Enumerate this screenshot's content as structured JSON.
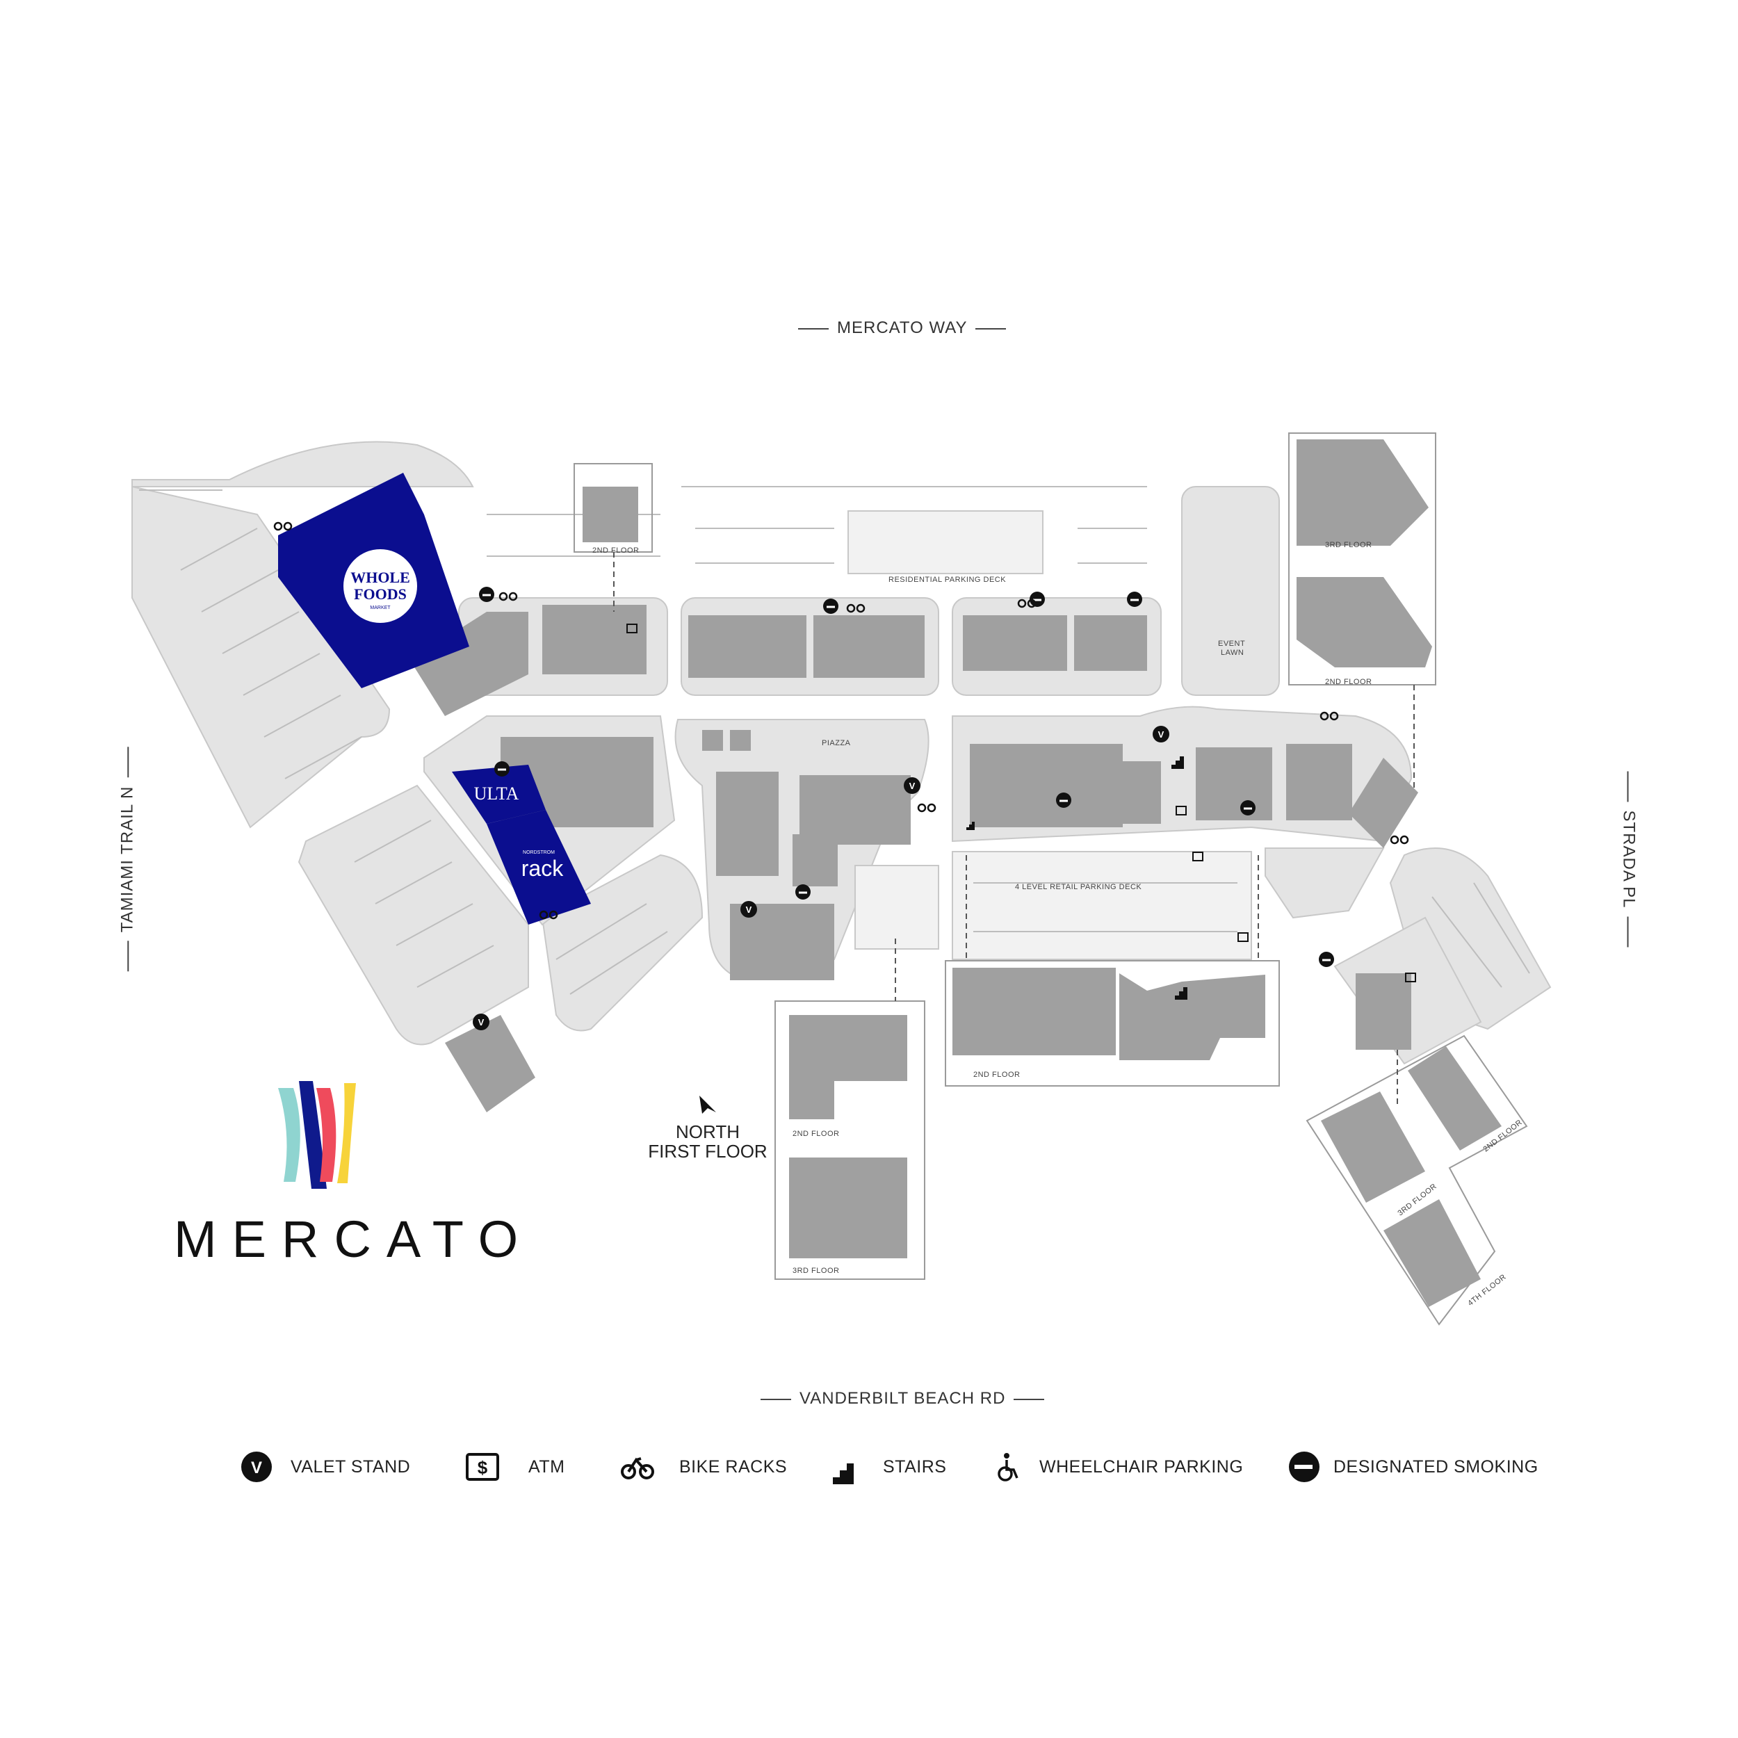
{
  "streets": {
    "north": "MERCATO WAY",
    "south": "VANDERBILT BEACH RD",
    "west": "TAMIAMI TRAIL N",
    "east": "STRADA PL"
  },
  "anchors": {
    "whole_foods": [
      "WHOLE",
      "FOODS",
      "MARKET"
    ],
    "ulta": "ULTA",
    "nordstrom_small": "NORDSTROM",
    "rack": "rack"
  },
  "labels": {
    "second_floor": "2ND FLOOR",
    "third_floor": "3RD FLOOR",
    "fourth_floor": "4TH FLOOR",
    "residential_parking": "RESIDENTIAL PARKING DECK",
    "event_lawn": [
      "EVENT",
      "LAWN"
    ],
    "piazza": "PIAZZA",
    "retail_parking": "4 LEVEL RETAIL PARKING DECK"
  },
  "compass": {
    "line1": "NORTH",
    "line2": "FIRST FLOOR"
  },
  "brand": {
    "name": "MERCATO",
    "colors": {
      "teal": "#8fd4d0",
      "navy": "#0f1a8c",
      "coral": "#ef4b5c",
      "yellow": "#f7d33a"
    }
  },
  "map_colors": {
    "anchor": "#0b0e8f",
    "building": "#a0a0a0",
    "lot": "#e4e4e4"
  },
  "legend": [
    {
      "icon": "valet-stand-icon",
      "glyph": "V",
      "label": "VALET STAND"
    },
    {
      "icon": "atm-icon",
      "glyph": "$",
      "label": "ATM"
    },
    {
      "icon": "bike-rack-icon",
      "label": "BIKE RACKS"
    },
    {
      "icon": "stairs-icon",
      "label": "STAIRS"
    },
    {
      "icon": "wheelchair-icon",
      "label": "WHEELCHAIR PARKING"
    },
    {
      "icon": "smoking-icon",
      "label": "DESIGNATED SMOKING"
    }
  ]
}
